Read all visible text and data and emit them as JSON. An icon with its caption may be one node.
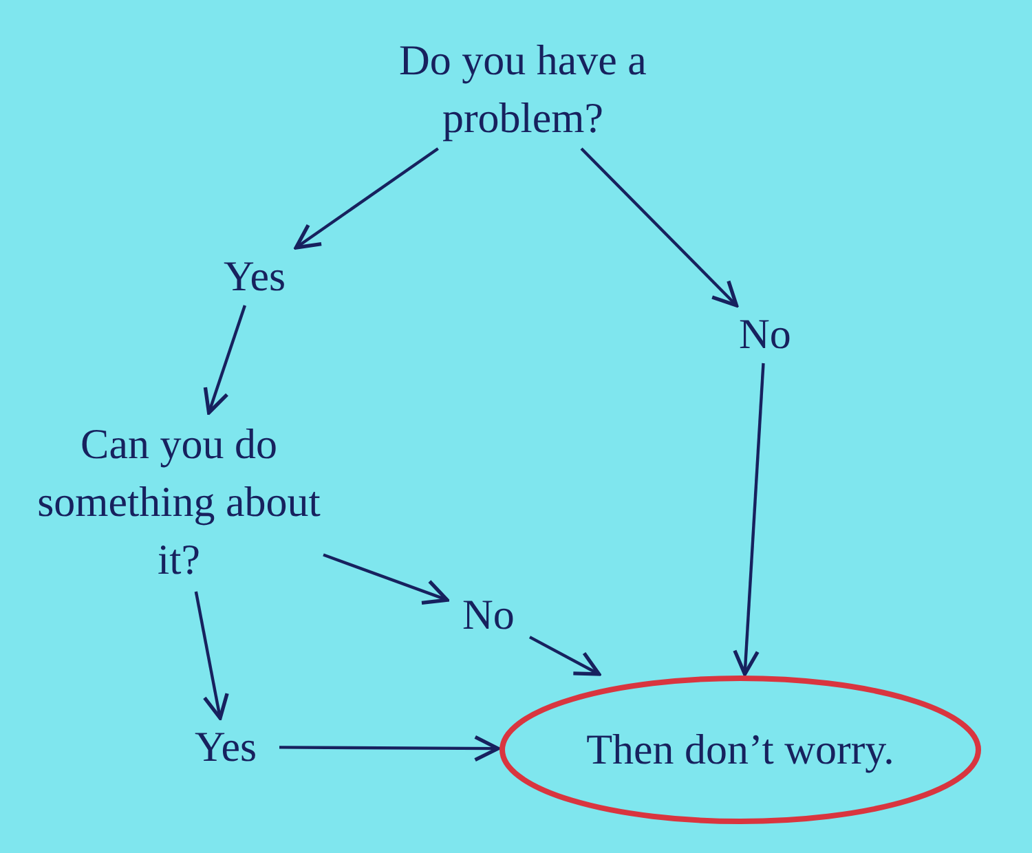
{
  "diagram": {
    "nodes": [
      {
        "text": [
          "Do you have a problem?"
        ]
      },
      {
        "text": [
          "Yes"
        ]
      },
      {
        "text": [
          "No"
        ]
      },
      {
        "text": [
          "Can you do something about it?"
        ]
      },
      {
        "text": [
          "No"
        ]
      },
      {
        "text": [
          "Yes"
        ]
      },
      {
        "text": [
          "Then don’t worry."
        ]
      }
    ],
    "edges": [
      {
        "from": 0,
        "to": 1,
        "arrow": "to"
      },
      {
        "from": 0,
        "to": 2,
        "arrow": "to"
      },
      {
        "from": 1,
        "to": 3,
        "arrow": "to"
      },
      {
        "from": 3,
        "to": 4,
        "arrow": "to"
      },
      {
        "from": 3,
        "to": 5,
        "arrow": "to"
      },
      {
        "from": 2,
        "to": 6,
        "arrow": "to"
      },
      {
        "from": 4,
        "to": 6,
        "arrow": "to"
      },
      {
        "from": 5,
        "to": 6,
        "arrow": "to"
      }
    ]
  }
}
